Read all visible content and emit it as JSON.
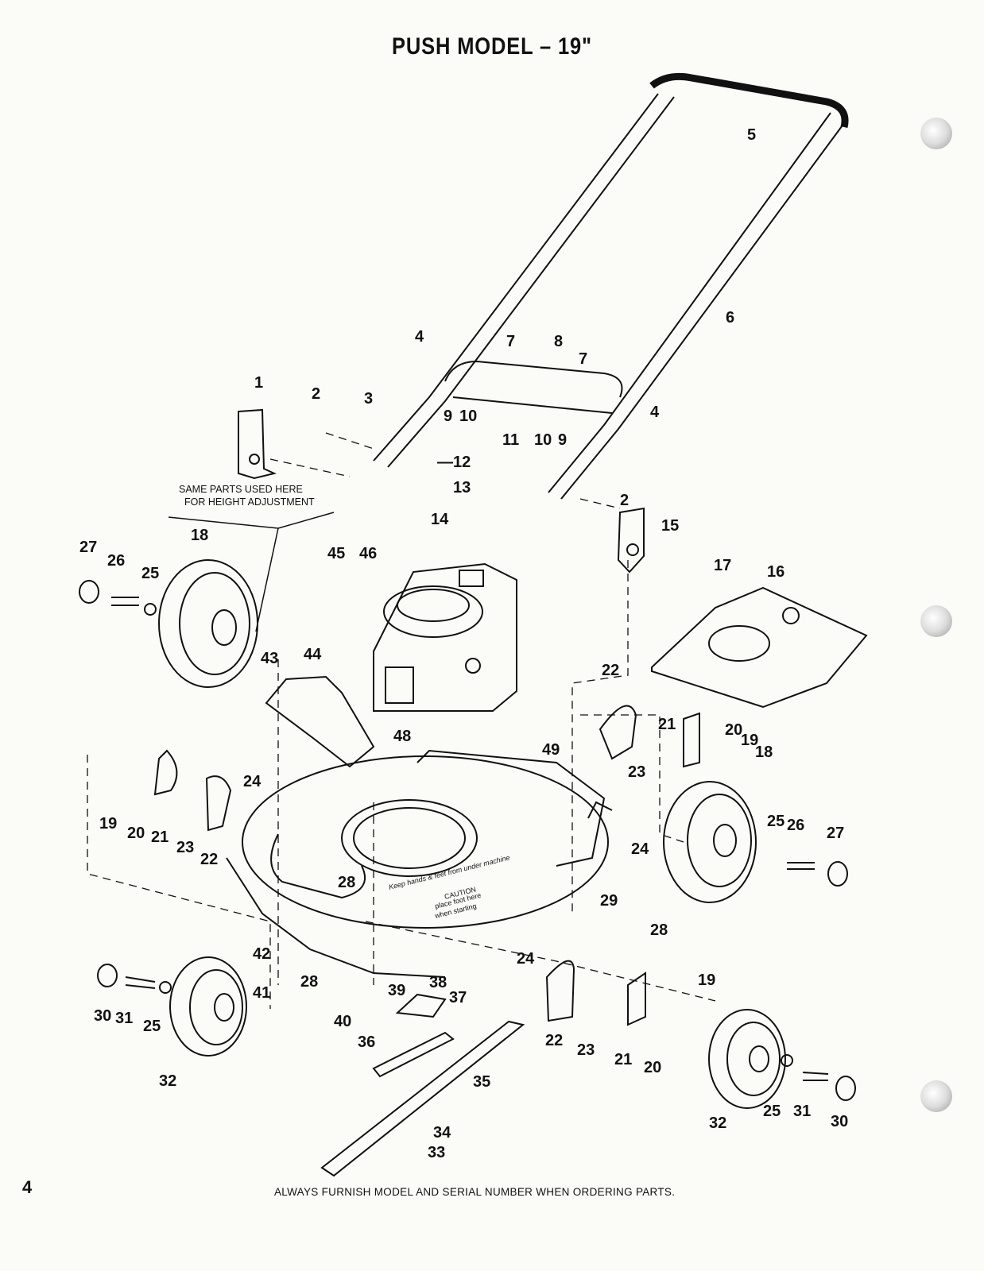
{
  "title": "PUSH MODEL – 19\"",
  "page_number": "4",
  "footer": "ALWAYS FURNISH MODEL AND SERIAL NUMBER WHEN ORDERING PARTS.",
  "note_line1": "SAME PARTS USED HERE",
  "note_line2": "FOR HEIGHT ADJUSTMENT",
  "deck_text_1": "Keep hands & feet from under machine",
  "deck_text_2": "CAUTION",
  "deck_text_3": "place foot here",
  "deck_text_4": "when starting",
  "callouts": [
    "1",
    "2",
    "3",
    "4",
    "5",
    "6",
    "7",
    "8",
    "7",
    "4",
    "9",
    "10",
    "11",
    "10",
    "9",
    "12",
    "13",
    "14",
    "2",
    "15",
    "17",
    "16",
    "18",
    "27",
    "26",
    "25",
    "45",
    "46",
    "43",
    "44",
    "22",
    "21",
    "20",
    "19",
    "18",
    "23",
    "48",
    "19",
    "20",
    "21",
    "23",
    "22",
    "24",
    "49",
    "25",
    "26",
    "27",
    "24",
    "28",
    "29",
    "28",
    "42",
    "41",
    "30",
    "31",
    "25",
    "32",
    "28",
    "40",
    "39",
    "38",
    "37",
    "24",
    "22",
    "23",
    "21",
    "20",
    "19",
    "36",
    "35",
    "32",
    "25",
    "31",
    "30",
    "34",
    "33"
  ]
}
